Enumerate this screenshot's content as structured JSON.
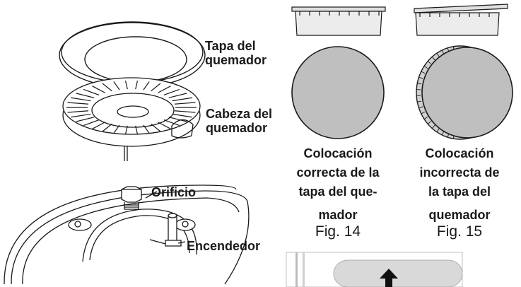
{
  "labels": {
    "tapa_line1": "Tapa del",
    "tapa_line2": "quemador",
    "cabeza_line1": "Cabeza del",
    "cabeza_line2": "quemador",
    "orificio": "Orificio",
    "encendedor": "Encendedor"
  },
  "figures": {
    "fig14": {
      "caption": [
        "Colocación",
        "correcta de la",
        "tapa del que-",
        "mador"
      ],
      "label": "Fig. 14"
    },
    "fig15": {
      "caption": [
        "Colocación",
        "incorrecta de",
        "la tapa del",
        "quemador"
      ],
      "label": "Fig. 15"
    }
  },
  "colors": {
    "cap_fill": "#bfbfbf",
    "stroke": "#1a1a1a",
    "panel_gray": "#d9d9d9"
  }
}
